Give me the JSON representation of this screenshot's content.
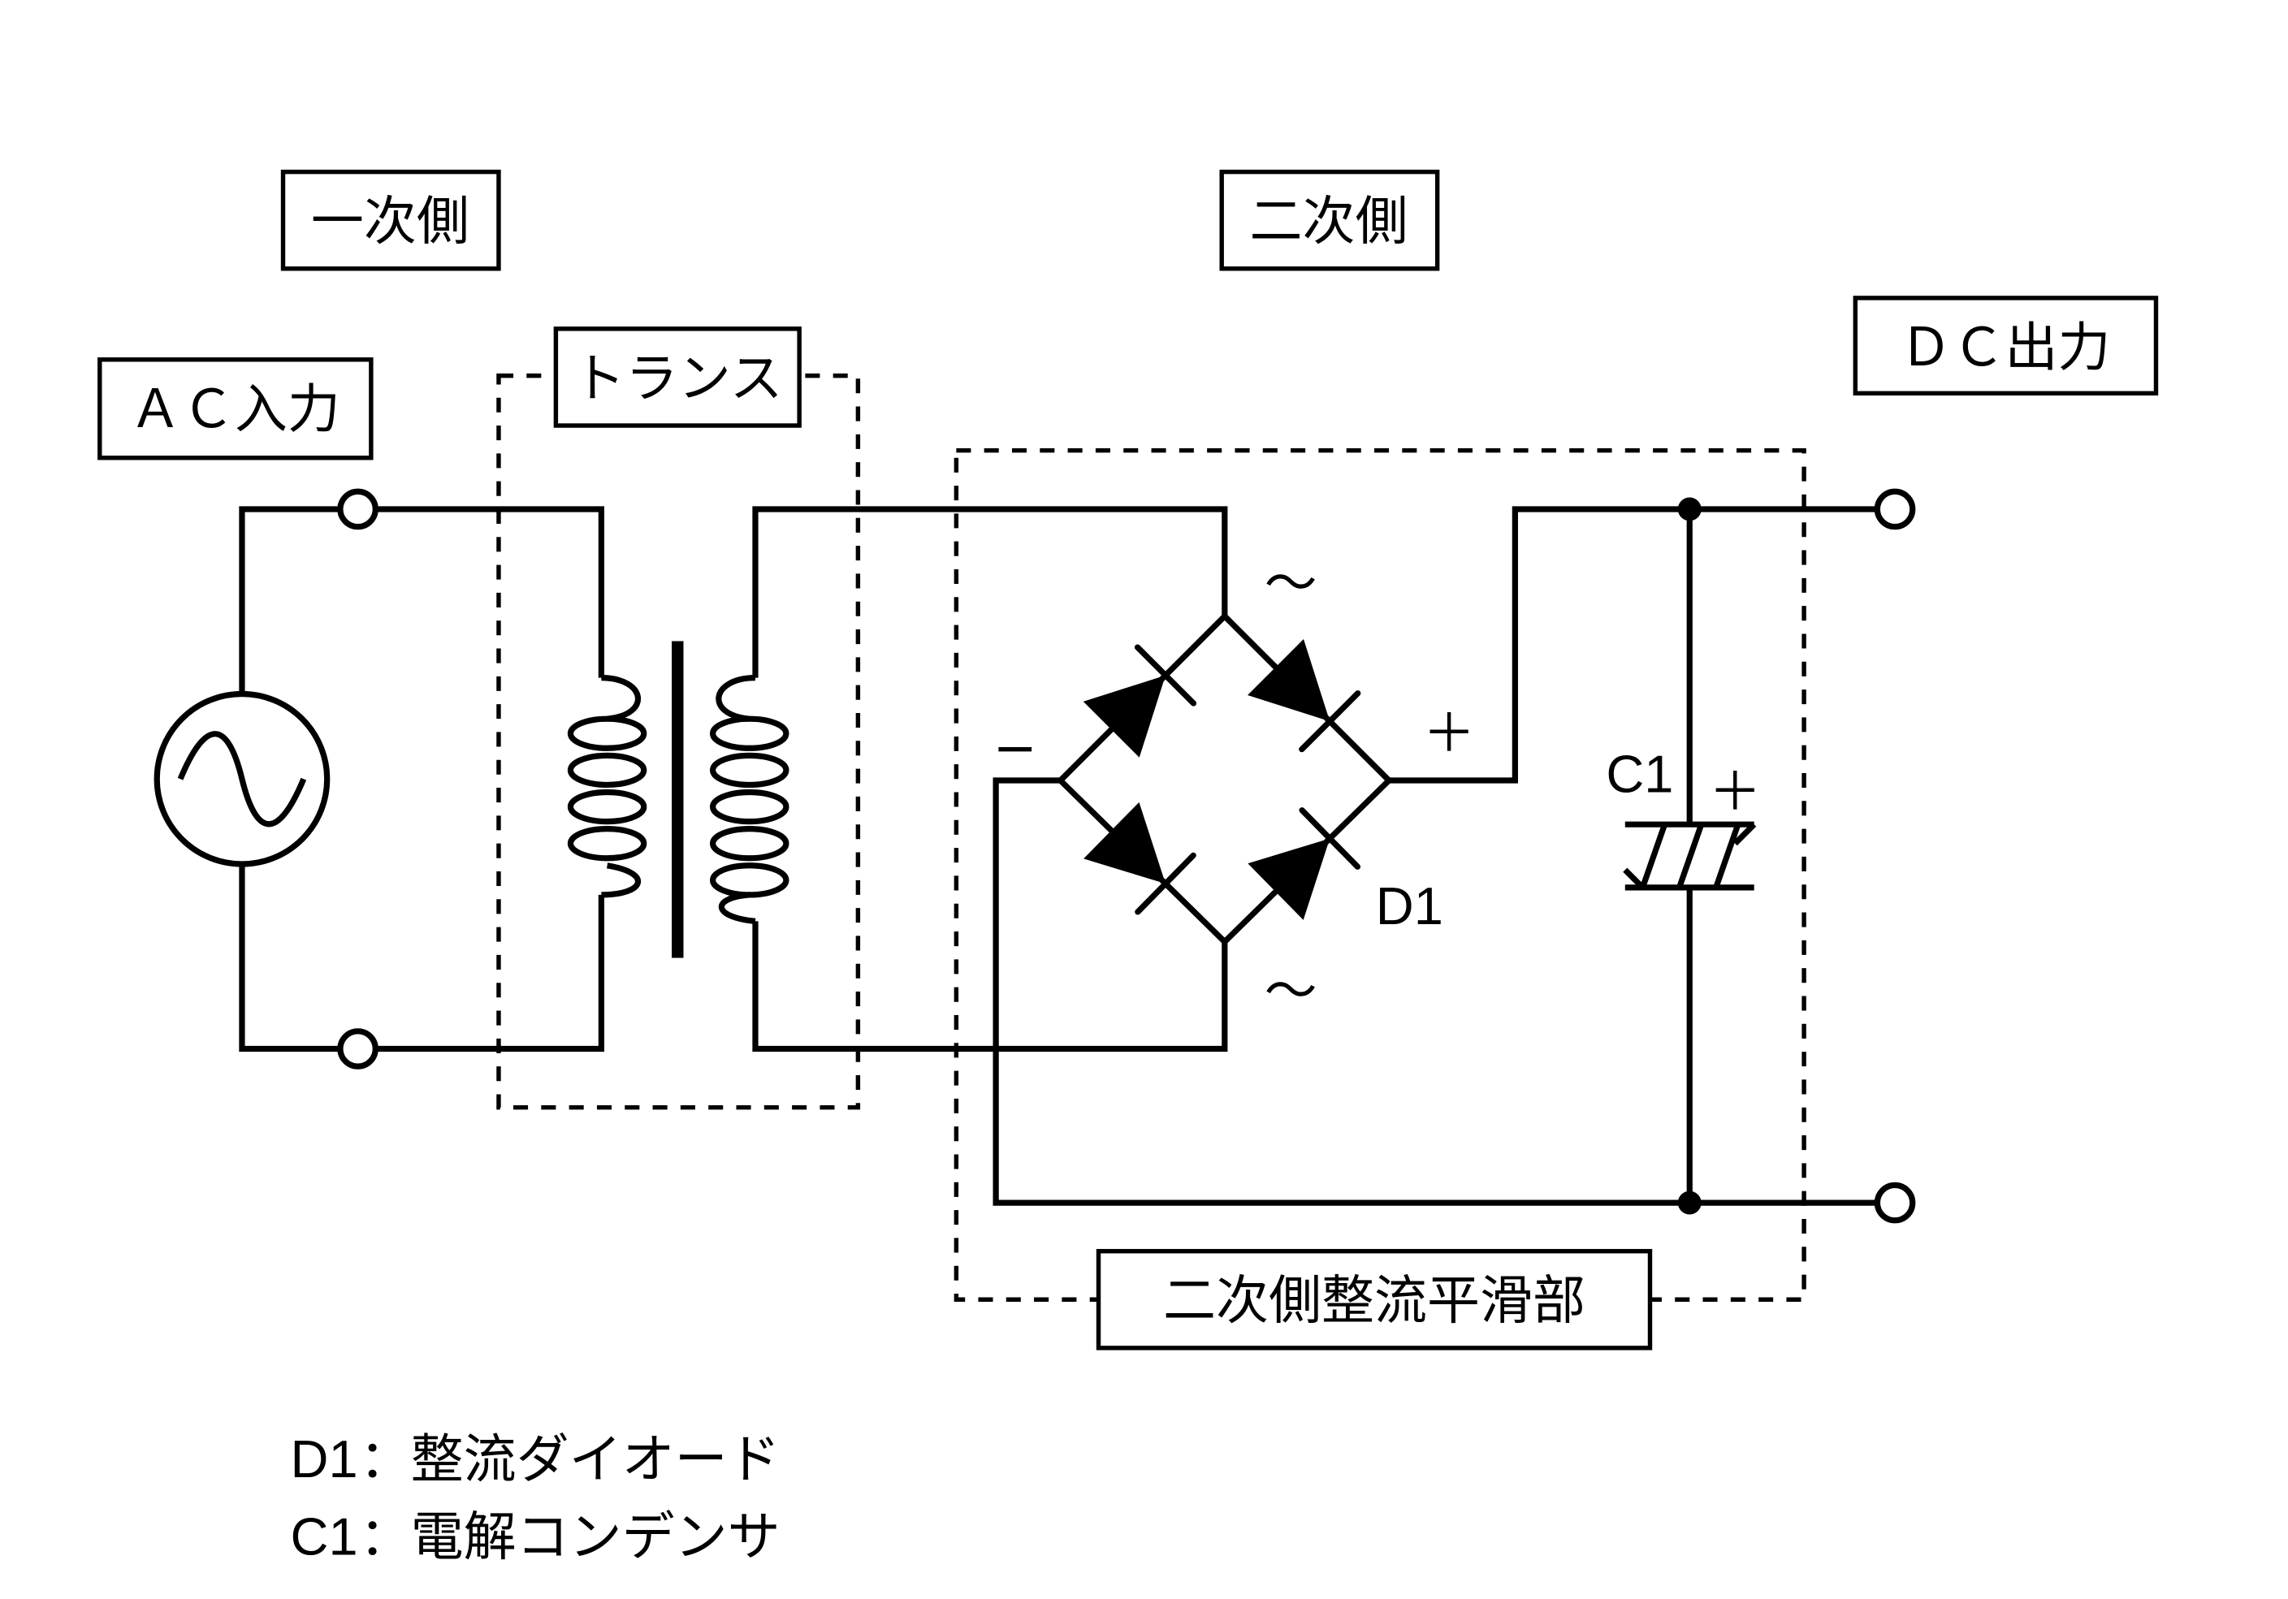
{
  "labels": {
    "primary_side": "一次側",
    "secondary_side": "二次側",
    "dc_output": "ＤＣ出力",
    "ac_input": "ＡＣ入力",
    "transformer": "トランス",
    "rectifier_section": "二次側整流平滑部"
  },
  "symbols": {
    "ac_top": "～",
    "ac_bottom": "～",
    "minus": "−",
    "plus": "＋",
    "diode_ref": "D1",
    "cap_ref": "C1",
    "cap_plus": "＋"
  },
  "legend": [
    {
      "ref": "D1",
      "sep": "：",
      "text": "整流ダイオード"
    },
    {
      "ref": "C1",
      "sep": "：",
      "text": "電解コンデンサ"
    }
  ]
}
